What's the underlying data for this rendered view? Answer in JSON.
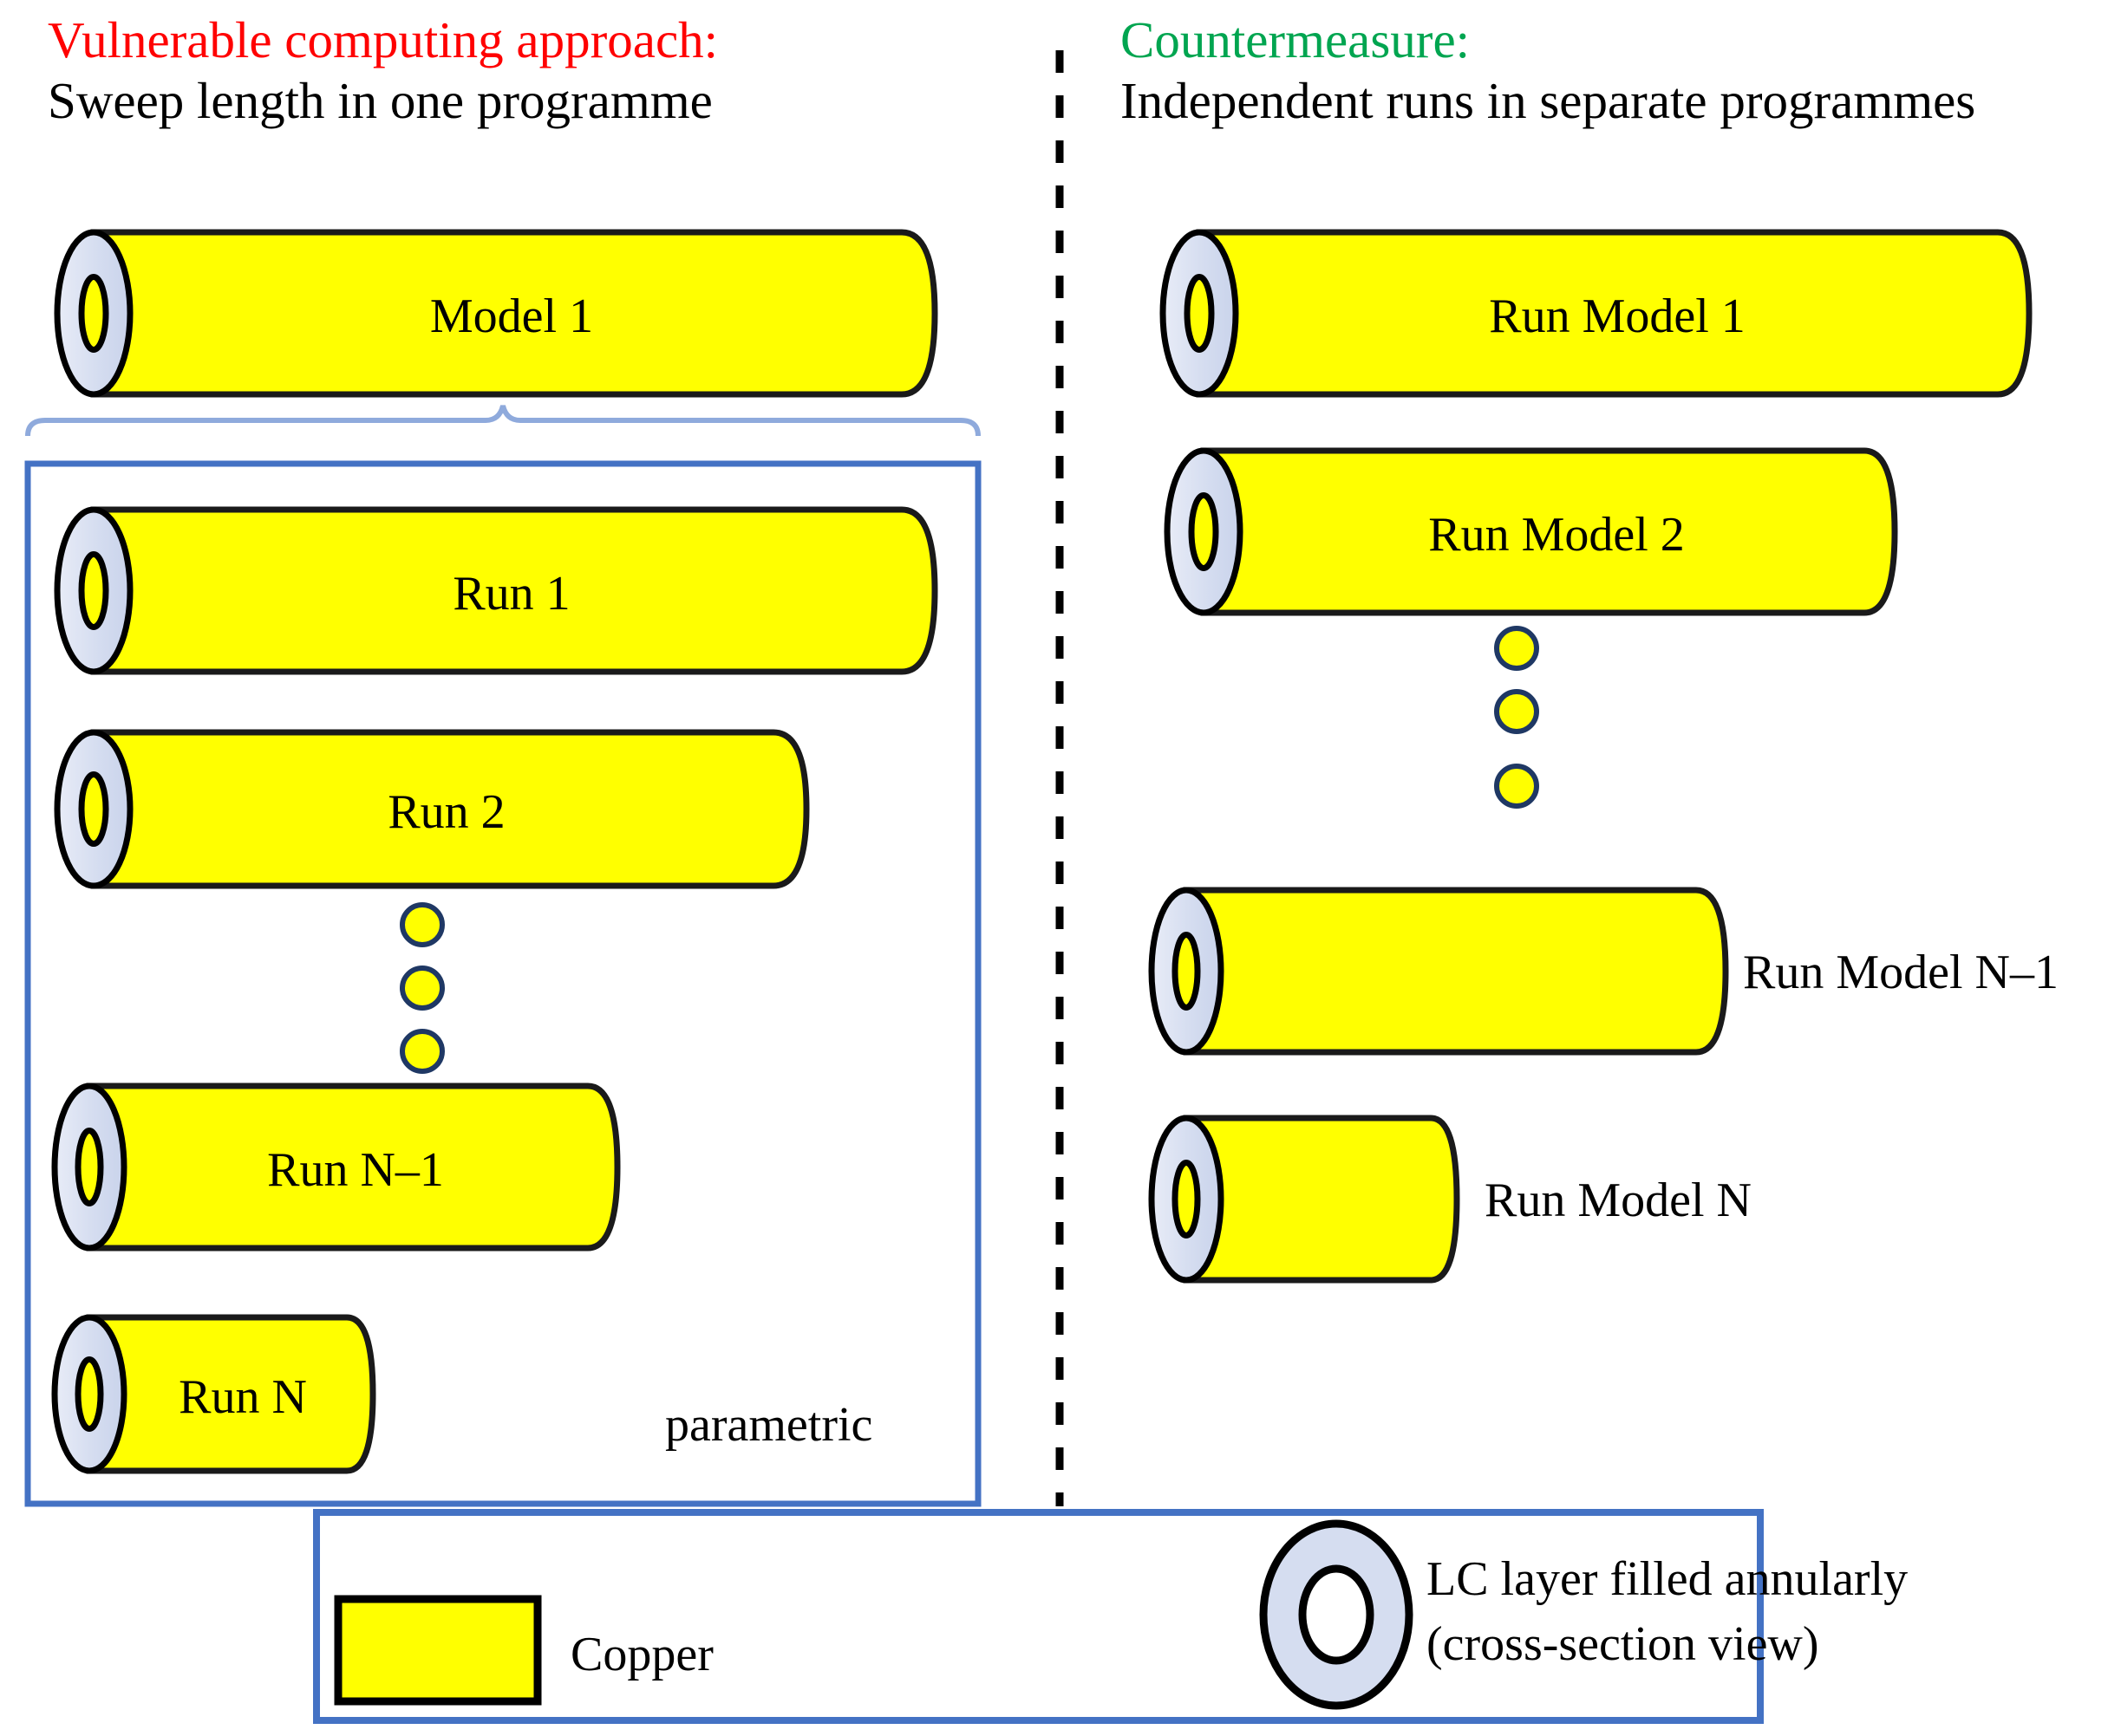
{
  "columns": {
    "left": {
      "accent_title": "Vulnerable computing approach:",
      "accent_color": "#FF0000",
      "subtitle": "Sweep length in one programme",
      "group_label": "parametric",
      "items": [
        {
          "label": "Model 1",
          "kind": "cylinder"
        },
        {
          "label": "Run 1",
          "kind": "cylinder"
        },
        {
          "label": "Run 2",
          "kind": "cylinder"
        },
        {
          "label": "",
          "kind": "vertical-dots",
          "count": 3
        },
        {
          "label": "Run N–1",
          "kind": "cylinder"
        },
        {
          "label": "Run N",
          "kind": "cylinder"
        }
      ]
    },
    "right": {
      "accent_title": "Countermeasure:",
      "accent_color": "#00A550",
      "subtitle": "Independent runs in separate programmes",
      "items": [
        {
          "label": "Run Model 1",
          "kind": "cylinder",
          "label_position": "inside"
        },
        {
          "label": "Run Model 2",
          "kind": "cylinder",
          "label_position": "inside"
        },
        {
          "label": "",
          "kind": "vertical-dots",
          "count": 3
        },
        {
          "label": "Run Model N–1",
          "kind": "cylinder",
          "label_position": "right"
        },
        {
          "label": "Run Model N",
          "kind": "cylinder",
          "label_position": "right"
        }
      ]
    }
  },
  "legend": {
    "copper": {
      "label": "Copper",
      "swatch_color": "#FFFF00"
    },
    "lc_layer": {
      "line1": "LC layer filled annularly",
      "line2": "(cross-section view)",
      "ring_fill": "#D5DDF0",
      "ring_hole_fill": "#FFFFFF"
    }
  },
  "colors": {
    "copper_yellow": "#FFFF00",
    "cap_blue_gray": "#D5DDF0",
    "outline_black": "#000000",
    "box_blue": "#4472C4",
    "brace_blue": "#8FAADC",
    "dot_outline": "#1F3864",
    "divider": "#000000"
  },
  "divider": {
    "style": "dashed",
    "orientation": "vertical"
  }
}
